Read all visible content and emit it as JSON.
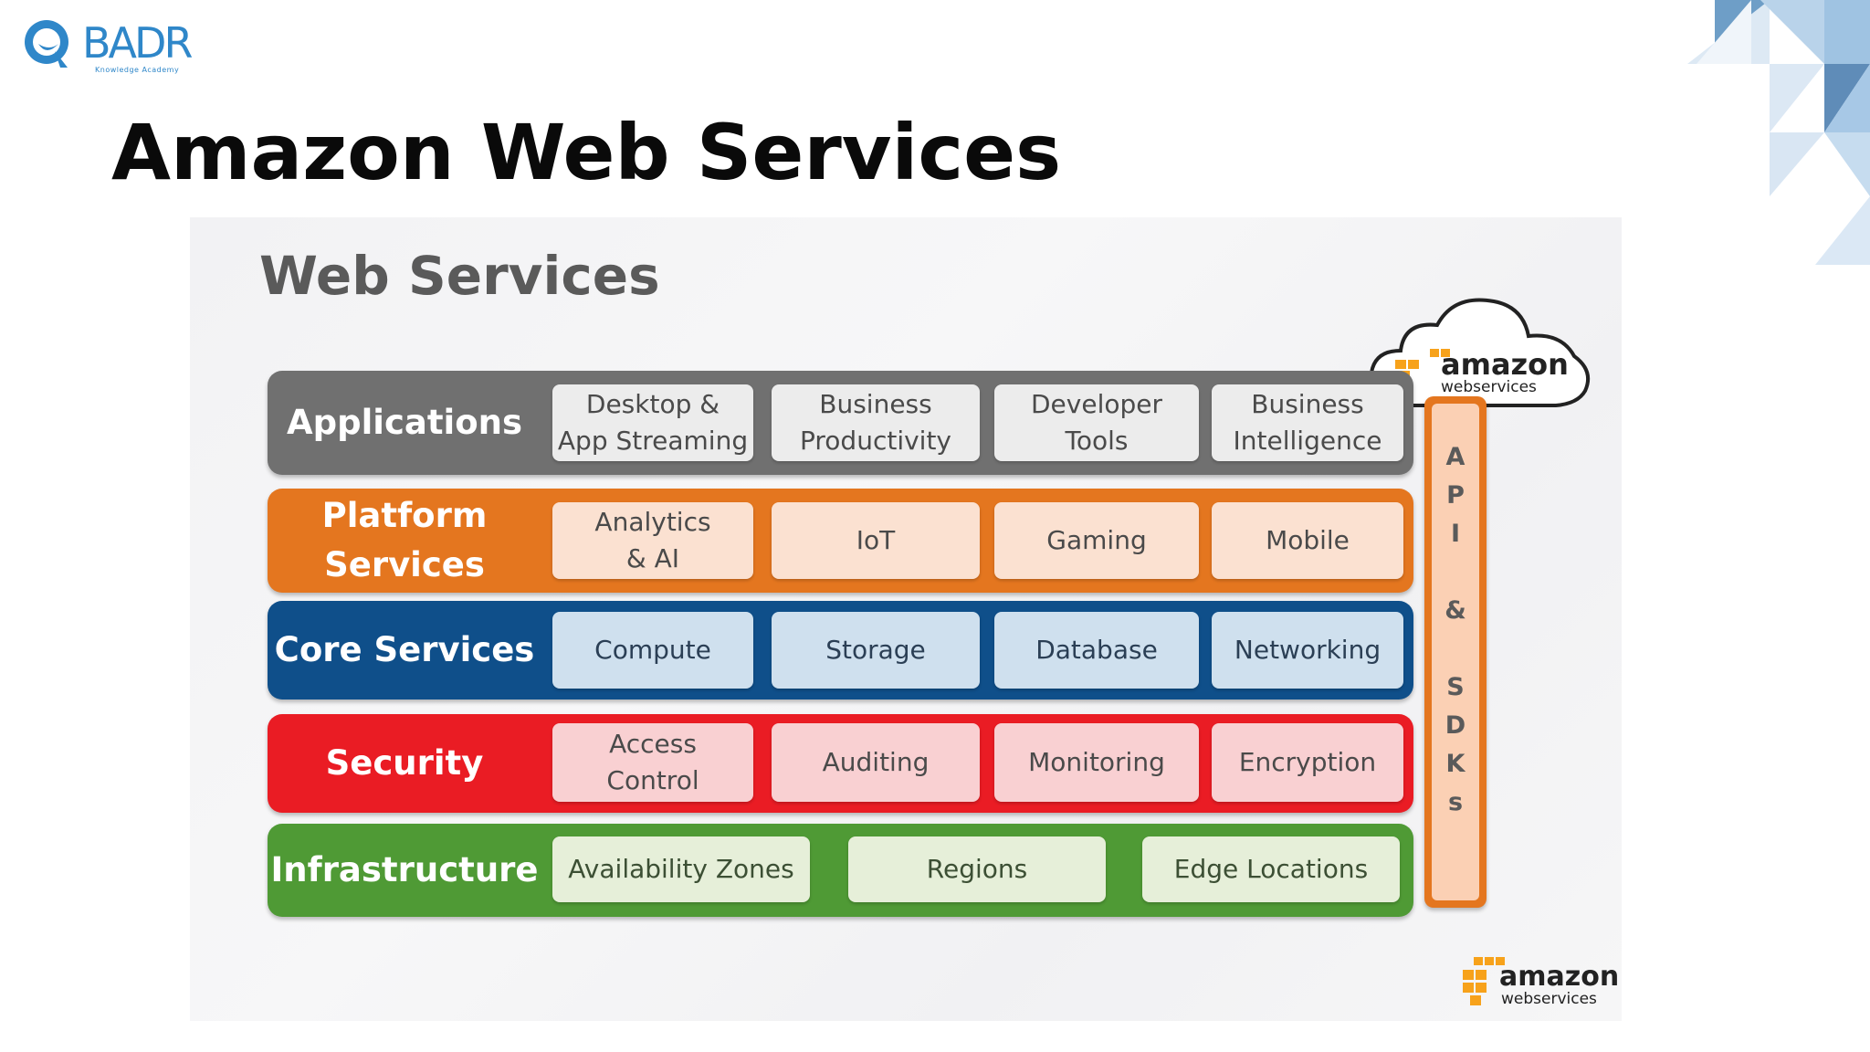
{
  "logo": {
    "name": "BADR",
    "tagline": "Knowledge Academy"
  },
  "slide_title": "Amazon Web Services",
  "figure": {
    "title": "Web Services",
    "layers": [
      {
        "name": "Applications",
        "boxes": [
          "Desktop &\nApp Streaming",
          "Business\nProductivity",
          "Developer\nTools",
          "Business\nIntelligence"
        ]
      },
      {
        "name": "Platform\nServices",
        "boxes": [
          "Analytics\n& AI",
          "IoT",
          "Gaming",
          "Mobile"
        ]
      },
      {
        "name": "Core Services",
        "boxes": [
          "Compute",
          "Storage",
          "Database",
          "Networking"
        ]
      },
      {
        "name": "Security",
        "boxes": [
          "Access\nControl",
          "Auditing",
          "Monitoring",
          "Encryption"
        ]
      },
      {
        "name": "Infrastructure",
        "boxes": [
          "Availability Zones",
          "Regions",
          "Edge Locations"
        ]
      }
    ],
    "side_bar_letters": [
      "A",
      "P",
      "I",
      "",
      "&",
      "",
      "S",
      "D",
      "K",
      "s"
    ],
    "aws_logo": {
      "word": "amazon",
      "sub": "webservices"
    }
  },
  "colors": {
    "applications": "#707070",
    "platform": "#e4761f",
    "core": "#0f4f8a",
    "security": "#ea1c24",
    "infrastructure": "#4f9a35",
    "aws_orange": "#f7a21b"
  }
}
